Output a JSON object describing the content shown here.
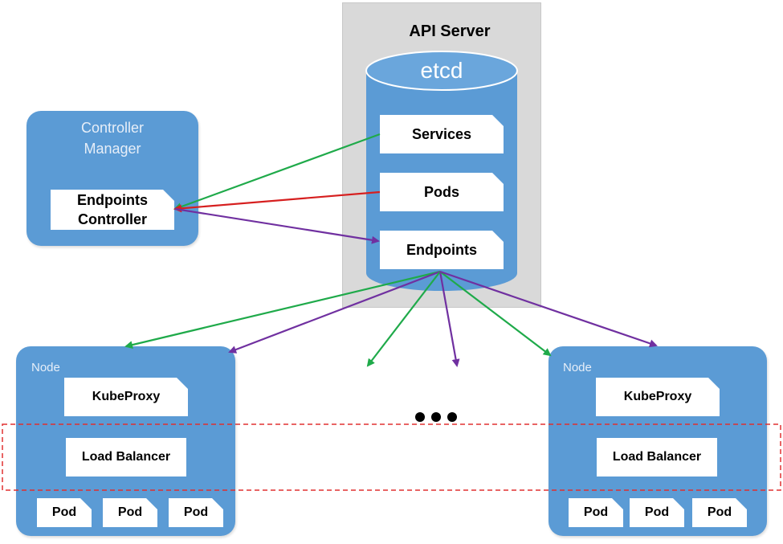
{
  "api_server": {
    "title": "API Server"
  },
  "etcd": {
    "label": "etcd",
    "items": [
      "Services",
      "Pods",
      "Endpoints"
    ]
  },
  "controller_manager": {
    "title_line1": "Controller",
    "title_line2": "Manager",
    "controller_line1": "Endpoints",
    "controller_line2": "Controller"
  },
  "nodes": [
    {
      "label": "Node",
      "kube_proxy": "KubeProxy",
      "load_balancer": "Load Balancer",
      "pods": [
        "Pod",
        "Pod",
        "Pod"
      ]
    },
    {
      "label": "Node",
      "kube_proxy": "KubeProxy",
      "load_balancer": "Load Balancer",
      "pods": [
        "Pod",
        "Pod",
        "Pod"
      ]
    }
  ],
  "colors": {
    "panel": "#5b9bd5",
    "green_arrow": "#1faa4a",
    "red_arrow": "#d61f1f",
    "purple_arrow": "#7030a0",
    "dashed_box": "#e03030"
  }
}
